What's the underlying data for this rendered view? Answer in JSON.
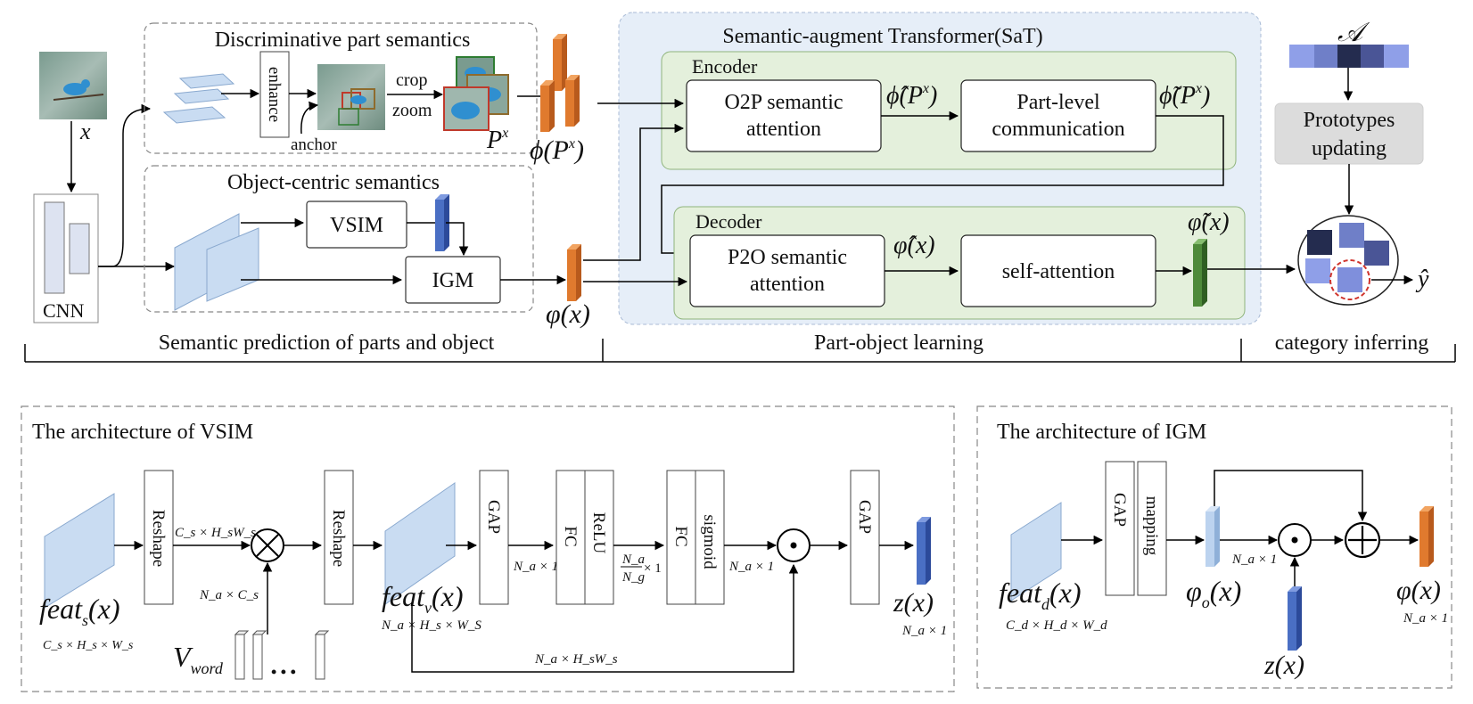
{
  "colors": {
    "orange": "#e07a2e",
    "blue_feature": "#4a6fc4",
    "green_feature": "#4e8a3a",
    "plane_fill": "#c9dcf2",
    "encoder_fill": "#e4f0dc",
    "sat_fill": "#e6eef8",
    "prototype_dark": "#242c4f",
    "prototype_mid": "#6f7fc8",
    "prototype_light": "#8f9fe8"
  },
  "top": {
    "input_label": "x",
    "cnn_label": "CNN",
    "discriminative": {
      "title": "Discriminative part semantics",
      "enhance": "enhance",
      "anchor": "anchor",
      "crop": "crop",
      "zoom": "zoom",
      "parts_label": "P",
      "parts_sup": "x"
    },
    "object_centric": {
      "title": "Object-centric semantics",
      "vsim": "VSIM",
      "igm": "IGM"
    },
    "phi_label": "ϕ(P",
    "phi_sup": "x",
    "phi_close": ")",
    "varphi_label": "φ(x)",
    "sat": {
      "title": "Semantic-augment Transformer(SaT)",
      "encoder": "Encoder",
      "decoder": "Decoder",
      "o2p_line1": "O2P semantic",
      "o2p_line2": "attention",
      "phi_hat": "ϕ̂(P",
      "phi_hat_sup": "x",
      "part_level_line1": "Part-level",
      "part_level_line2": "communication",
      "phi_tilde": "ϕ̃(P",
      "phi_tilde_sup": "x",
      "p2o_line1": "P2O semantic",
      "p2o_line2": "attention",
      "varphi_hat": "φ̂(x)",
      "self_attention": "self-attention",
      "varphi_tilde": "φ̃(x)"
    },
    "proto": {
      "a_label": "𝒜",
      "line1": "Prototypes",
      "line2": "updating",
      "y_hat": "ŷ"
    },
    "sections": {
      "left": "Semantic prediction of parts and object",
      "middle": "Part-object learning",
      "right": "category inferring"
    }
  },
  "vsim": {
    "title": "The architecture of VSIM",
    "reshape1": "Reshape",
    "reshape2": "Reshape",
    "gap1": "GAP",
    "fc1": "FC",
    "relu": "ReLU",
    "fc2": "FC",
    "sigmoid": "sigmoid",
    "gap2": "GAP",
    "feat_s": "feat",
    "feat_s_sub": "s",
    "feat_s_arg": "(x)",
    "feat_s_dims": "C_s × H_s × W_s",
    "feat_v": "feat",
    "feat_v_sub": "v",
    "feat_v_arg": "(x)",
    "feat_v_dims": "N_a × H_s × W_S",
    "cs_hsws": "C_s × H_sW_s",
    "na_cs": "N_a × C_s",
    "v_word": "V",
    "v_word_sub": "word",
    "dots": "• • •",
    "na_x1_a": "N_a × 1",
    "na_ng_num": "N_a",
    "na_ng_den": "N_g",
    "na_ng_x1": "× 1",
    "na_x1_b": "N_a × 1",
    "z_label": "z(x)",
    "z_dims": "N_a × 1",
    "bottom_dims": "N_a × H_sW_s"
  },
  "igm": {
    "title": "The architecture of IGM",
    "gap": "GAP",
    "mapping": "mapping",
    "feat_d": "feat",
    "feat_d_sub": "d",
    "feat_d_arg": "(x)",
    "feat_d_dims": "C_d × H_d × W_d",
    "varphi_o": "φ",
    "varphi_o_sub": "o",
    "varphi_o_arg": "(x)",
    "na_x1": "N_a × 1",
    "z_label": "z(x)",
    "varphi_out": "φ(x)",
    "varphi_dims": "N_a × 1"
  }
}
